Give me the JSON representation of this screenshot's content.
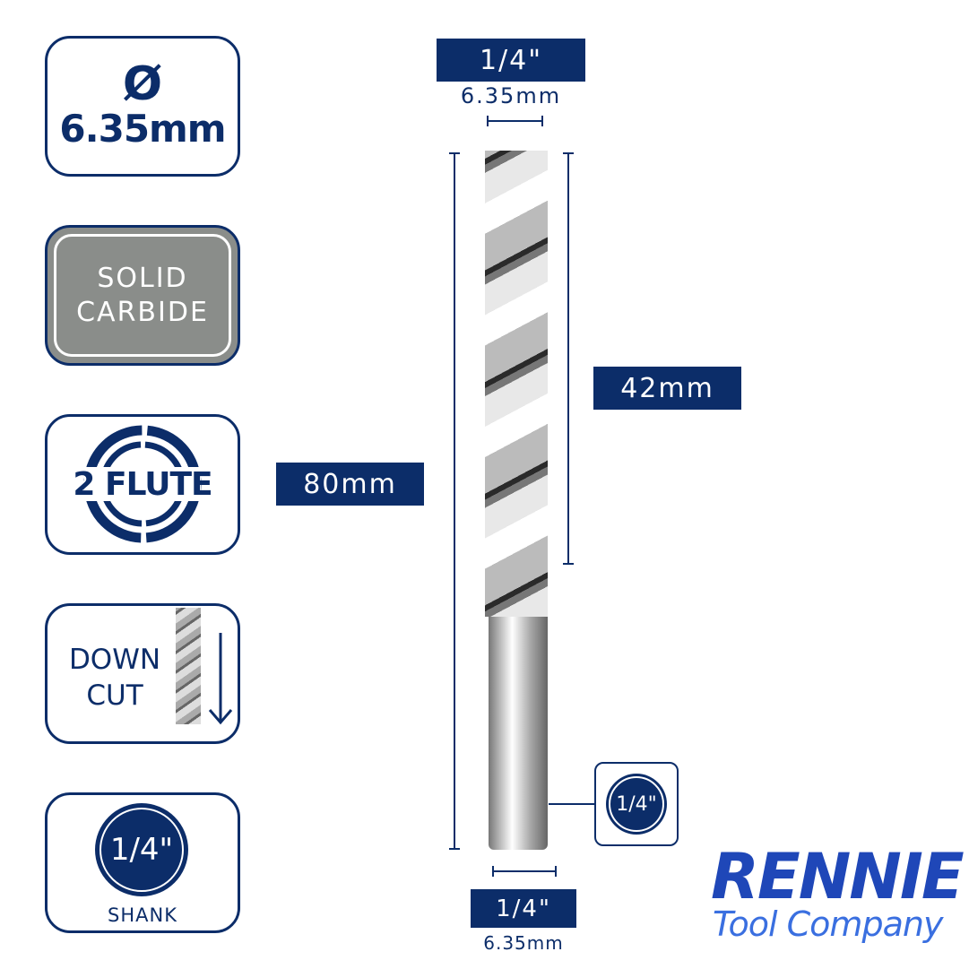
{
  "features": {
    "diameter": {
      "symbol": "Ø",
      "value": "6.35mm"
    },
    "material": {
      "line1": "SOLID",
      "line2": "CARBIDE"
    },
    "flutes": {
      "label": "2 FLUTE"
    },
    "cut": {
      "line1": "DOWN",
      "line2": "CUT"
    },
    "shank": {
      "value": "1/4\"",
      "label": "SHANK"
    }
  },
  "dimensions": {
    "cutting_diameter_in": "1/4\"",
    "cutting_diameter_mm": "6.35mm",
    "overall_length": "80mm",
    "cutting_length": "42mm",
    "shank_diameter_in": "1/4\"",
    "shank_diameter_mm": "6.35mm",
    "shank_badge": "1/4\""
  },
  "brand": {
    "name": "RENNIE",
    "tagline": "Tool Company"
  },
  "colors": {
    "navy": "#0c2d69",
    "grey": "#8a8d8a",
    "brand": "#1f47b8",
    "brand_light": "#3a6fe0"
  }
}
